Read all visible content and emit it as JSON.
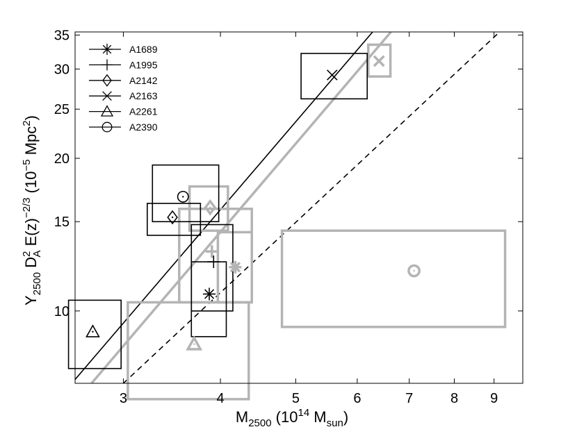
{
  "chart_data": {
    "type": "scatter",
    "log_scale": {
      "x": true,
      "y": true
    },
    "xlim": [
      2.6,
      9.8
    ],
    "ylim": [
      7.2,
      35.5
    ],
    "x_ticks": [
      {
        "value": 3,
        "label": "3"
      },
      {
        "value": 4,
        "label": "4"
      },
      {
        "value": 5,
        "label": "5"
      },
      {
        "value": 6,
        "label": "6"
      },
      {
        "value": 7,
        "label": "7"
      },
      {
        "value": 8,
        "label": "8"
      },
      {
        "value": 9,
        "label": "9"
      }
    ],
    "y_ticks": [
      {
        "value": 10,
        "label": "10"
      },
      {
        "value": 15,
        "label": "15"
      },
      {
        "value": 20,
        "label": "20"
      },
      {
        "value": 25,
        "label": "25"
      },
      {
        "value": 30,
        "label": "30"
      },
      {
        "value": 35,
        "label": "35"
      }
    ],
    "xlabel": {
      "main": "M",
      "sub1": "2500",
      "mid": " (10",
      "sup": "14",
      "tail": " M",
      "sub2": "sun",
      "close": ")"
    },
    "ylabel": {
      "main": "Y",
      "sub1": "2500",
      "mid1": " D",
      "sup1": "2",
      "sub2": "A",
      "mid2": " E(z)",
      "sup2": "−2/3",
      "mid3": " (10",
      "sup3": "−5",
      "tail": " Mpc",
      "sup4": "2",
      "close": ")"
    },
    "legend": {
      "position": "top-left",
      "entries": [
        {
          "marker": "asterisk",
          "label": "A1689"
        },
        {
          "marker": "plus",
          "label": "A1995"
        },
        {
          "marker": "diamond",
          "label": "A2142"
        },
        {
          "marker": "cross",
          "label": "A2163"
        },
        {
          "marker": "triangle",
          "label": "A2261"
        },
        {
          "marker": "circle",
          "label": "A2390"
        }
      ]
    },
    "colors": {
      "black": "#000000",
      "gray": "#b4b4b4"
    },
    "series": [
      {
        "color": "black",
        "points": [
          {
            "cluster": "A1689",
            "marker": "asterisk",
            "x": 3.87,
            "y": 10.8,
            "xerr": [
              3.67,
              4.07
            ],
            "yerr": [
              8.9,
              12.5
            ]
          },
          {
            "cluster": "A1995",
            "marker": "plus",
            "x": 3.92,
            "y": 12.5,
            "xerr": [
              3.67,
              4.15
            ],
            "yerr": [
              10.0,
              14.8
            ]
          },
          {
            "cluster": "A2142",
            "marker": "diamond",
            "x": 3.47,
            "y": 15.3,
            "xerr": [
              3.22,
              3.77
            ],
            "yerr": [
              14.1,
              16.3
            ]
          },
          {
            "cluster": "A2163",
            "marker": "cross",
            "x": 5.57,
            "y": 29.2,
            "xerr": [
              5.08,
              6.18
            ],
            "yerr": [
              26.2,
              32.2
            ]
          },
          {
            "cluster": "A2261",
            "marker": "triangle",
            "x": 2.74,
            "y": 9.1,
            "xerr": [
              2.55,
              2.98
            ],
            "yerr": [
              7.7,
              10.5
            ]
          },
          {
            "cluster": "A2390",
            "marker": "circle",
            "x": 3.58,
            "y": 16.8,
            "xerr": [
              3.27,
              3.98
            ],
            "yerr": [
              15.0,
              19.4
            ]
          }
        ]
      },
      {
        "color": "gray",
        "points": [
          {
            "cluster": "A1689",
            "marker": "asterisk",
            "x": 4.18,
            "y": 12.2,
            "xerr": [
              3.97,
              4.39
            ],
            "yerr": [
              10.4,
              14.3
            ]
          },
          {
            "cluster": "A1995",
            "marker": "plus",
            "x": 3.9,
            "y": 13.1,
            "xerr": [
              3.54,
              4.39
            ],
            "yerr": [
              10.4,
              15.9
            ]
          },
          {
            "cluster": "A2142",
            "marker": "diamond",
            "x": 3.88,
            "y": 16.0,
            "xerr": [
              3.65,
              4.09
            ],
            "yerr": [
              14.4,
              17.6
            ]
          },
          {
            "cluster": "A2163",
            "marker": "cross",
            "x": 6.4,
            "y": 31.1,
            "xerr": [
              6.2,
              6.62
            ],
            "yerr": [
              29.0,
              33.5
            ]
          },
          {
            "cluster": "A2261",
            "marker": "triangle",
            "x": 3.7,
            "y": 8.6,
            "xerr": [
              3.04,
              4.35
            ],
            "yerr": [
              6.7,
              10.4
            ]
          },
          {
            "cluster": "A2390",
            "marker": "circle",
            "x": 7.1,
            "y": 12.0,
            "xerr": [
              4.8,
              9.3
            ],
            "yerr": [
              9.3,
              14.4
            ]
          }
        ]
      }
    ],
    "lines": [
      {
        "style": "solid",
        "color": "black",
        "points": [
          [
            2.5,
            6.83
          ],
          [
            6.28,
            35.5
          ]
        ]
      },
      {
        "style": "solid-thick",
        "color": "gray",
        "points": [
          [
            2.73,
            7.2
          ],
          [
            6.63,
            35.5
          ]
        ]
      },
      {
        "style": "dashed",
        "color": "black",
        "points": [
          [
            3.0,
            7.2
          ],
          [
            9.15,
            35.5
          ]
        ]
      }
    ]
  }
}
